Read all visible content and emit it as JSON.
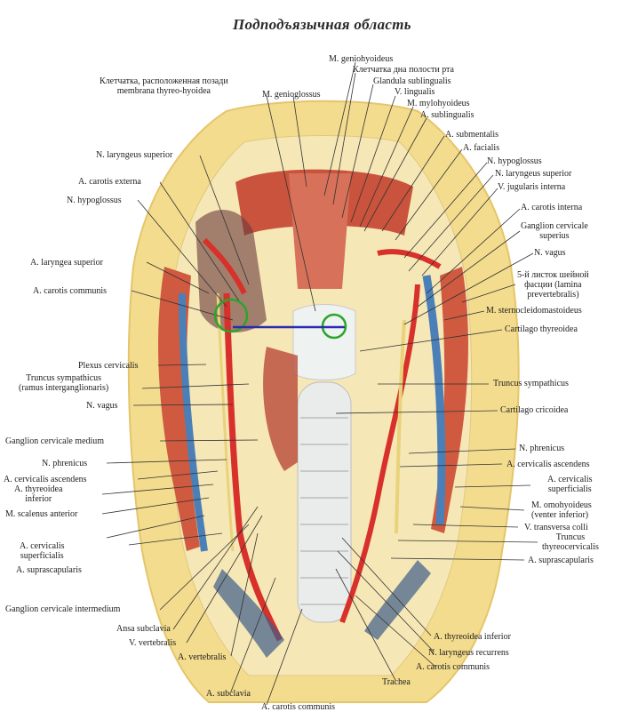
{
  "title": "Подподъязычная область",
  "labels": {
    "kletchatka_pozadi": "Клетчатка, расположенная позади\nmembrana thyreo-hyoidea",
    "m_genioglossus": "M. genioglossus",
    "m_geniohyoideus": "M. geniohyoideus",
    "kletchatka_dna": "Клетчатка дна полости рта",
    "glandula_sublingualis": "Glandula sublingualis",
    "v_lingualis": "V. lingualis",
    "m_mylohyoideus": "M. mylohyoideus",
    "a_sublingualis": "A. sublingualis",
    "a_submentalis": "A. submentalis",
    "a_facialis": "A. facialis",
    "n_hypoglossus_r": "N. hypoglossus",
    "n_laryngeus_superior_r": "N. laryngeus superior",
    "v_jugularis_interna": "V. jugularis interna",
    "a_carotis_interna": "A. carotis interna",
    "ganglion_cervicale_superius": "Ganglion cervicale\nsuperius",
    "n_vagus_r": "N. vagus",
    "fascia_5": "5-й листок шейной\nфасции (lamina\nprevertebralis)",
    "m_sternocleidomastoideus": "M. sternocleidomastoideus",
    "cartilago_thyreoidea": "Cartilago thyreoidea",
    "truncus_sympathicus_r": "Truncus sympathicus",
    "cartilago_cricoidea": "Cartilago cricoidea",
    "n_phrenicus_r": "N. phrenicus",
    "a_cervicalis_ascendens_r": "A. cervicalis ascendens",
    "a_cervicalis_superficialis_r": "A. cervicalis\nsuperficialis",
    "m_omohyoideus": "M. omohyoideus\n(venter inferior)",
    "v_transversa_colli": "V. transversa colli",
    "truncus_thyreocervicalis": "Truncus\nthyreocervicalis",
    "a_suprascapularis_r": "A. suprascapularis",
    "a_thyreoidea_inferior_r": "A. thyreoidea inferior",
    "n_laryngeus_recurrens": "N. laryngeus recurrens",
    "a_carotis_communis_rb": "A. carotis communis",
    "trachea": "Trachea",
    "a_carotis_communis_bottom": "A. carotis communis",
    "a_subclavia": "A. subclavia",
    "a_vertebralis": "A. vertebralis",
    "v_vertebralis": "V. vertebralis",
    "ansa_subclavia": "Ansa subclavia",
    "ganglion_cervicale_intermedium": "Ganglion cervicale intermedium",
    "a_suprascapularis_l": "A. suprascapularis",
    "a_cervicalis_superficialis_l": "A. cervicalis\nsuperficialis",
    "m_scalenus_anterior": "M. scalenus anterior",
    "a_thyreoidea_inferior_l": "A. thyreoidea\ninferior",
    "a_cervicalis_ascendens_l": "A. cervicalis ascendens",
    "n_phrenicus_l": "N. phrenicus",
    "ganglion_cervicale_medium": "Ganglion cervicale medium",
    "n_vagus_l": "N. vagus",
    "truncus_sympathicus_l": "Truncus sympathicus\n(ramus interganglionaris)",
    "plexus_cervicalis": "Plexus cervicalis",
    "a_carotis_communis_l": "A. carotis communis",
    "a_laryngea_superior": "A. laryngea superior",
    "n_hypoglossus_l": "N. hypoglossus",
    "a_carotis_externa": "A. carotis externa",
    "n_laryngeus_superior_l": "N. laryngeus superior"
  },
  "colors": {
    "skin": "#f3dc8e",
    "fascia": "#f6e7b6",
    "muscle": "#d3563f",
    "artery": "#d8302a",
    "vein": "#4a7fb8",
    "nerve": "#e8d27a",
    "cartilage": "#eef2f0",
    "highlight_circle": "#2aa52a",
    "highlight_line": "#2b2bb0"
  }
}
